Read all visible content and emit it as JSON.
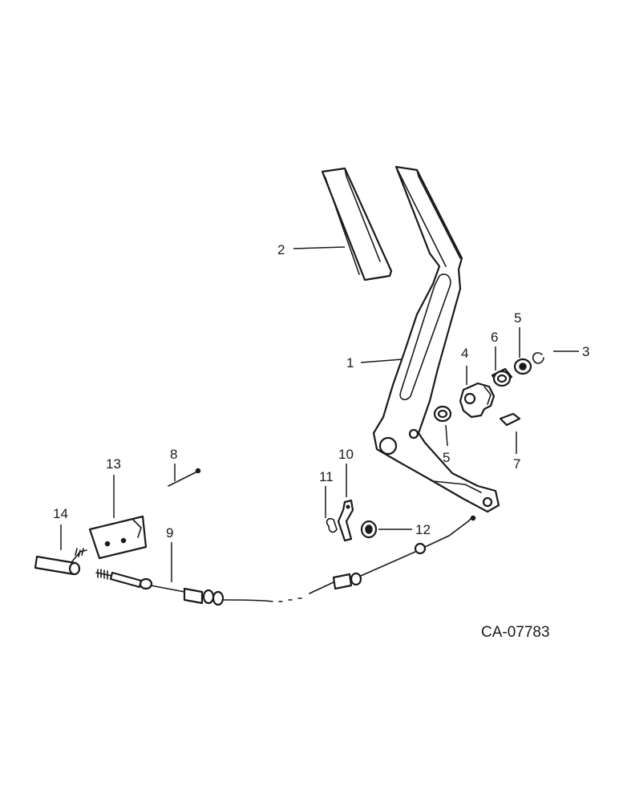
{
  "drawing": {
    "reference_code": "CA-07783"
  },
  "callouts": [
    "1",
    "2",
    "3",
    "4",
    "5",
    "5",
    "6",
    "7",
    "8",
    "9",
    "10",
    "11",
    "12",
    "13",
    "14"
  ]
}
